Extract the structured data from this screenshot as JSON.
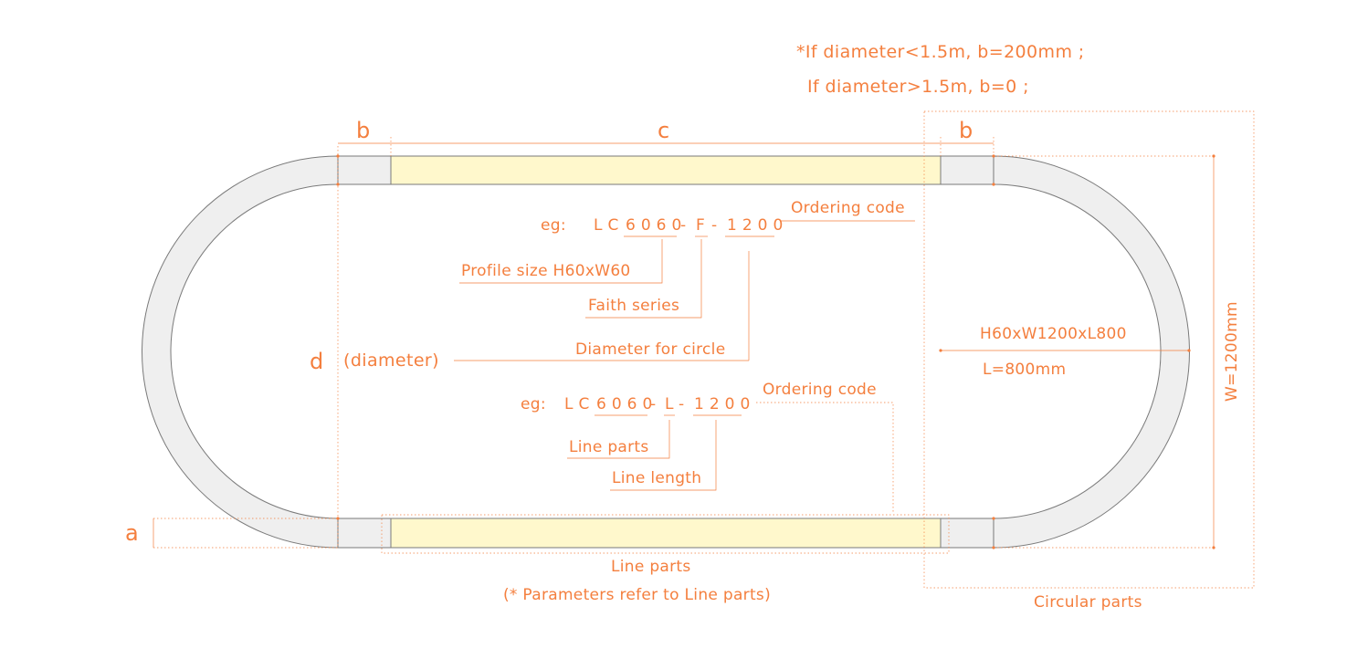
{
  "colors": {
    "accent": "#F47F3E",
    "track_fill": "#EFEFEF",
    "track_stroke": "#7A7A7A",
    "line_part_fill": "#FFF8CC"
  },
  "notes": {
    "line1": "*If diameter<1.5m, b=200mm ;",
    "line2": "If diameter>1.5m, b=0 ;"
  },
  "dimensions": {
    "b_left": "b",
    "c": "c",
    "b_right": "b",
    "a": "a",
    "d": "d",
    "diameter": "(diameter)",
    "width": "W=1200mm"
  },
  "circular_code": {
    "prefix": "eg:",
    "lc": "LC",
    "size": "6060",
    "dash1": "-",
    "series": "F",
    "dash2": "-",
    "diameter": "1200",
    "ordering": "Ordering code",
    "callout_size": "Profile size H60xW60",
    "callout_series": "Faith series",
    "callout_diameter": "Diameter for circle"
  },
  "line_code": {
    "prefix": "eg:",
    "lc": "LC",
    "size": "6060",
    "dash1": "-",
    "type": "L",
    "dash2": "-",
    "length": "1200",
    "ordering": "Ordering code",
    "callout_type": "Line parts",
    "callout_length": "Line length"
  },
  "circular_spec": {
    "size": "H60xW1200xL800",
    "length": "L=800mm"
  },
  "captions": {
    "line_parts": "Line parts",
    "line_parts_note": "(* Parameters refer to Line parts)",
    "circular_parts": "Circular parts"
  }
}
